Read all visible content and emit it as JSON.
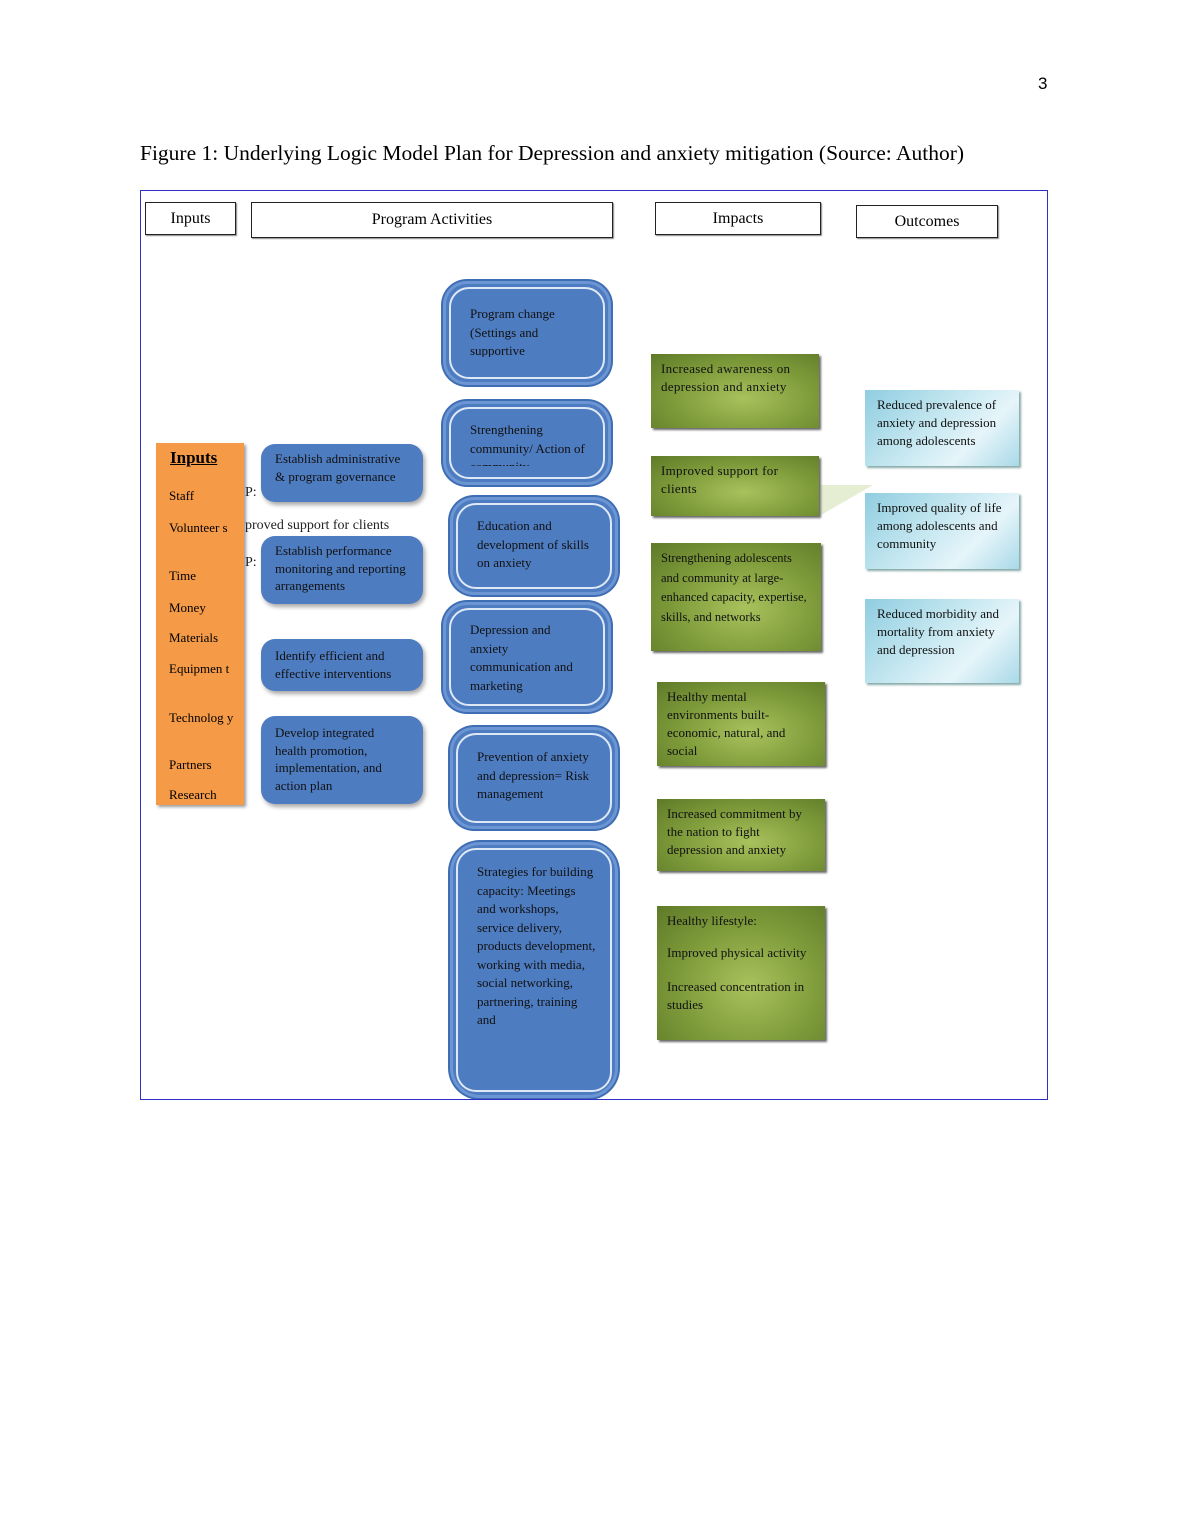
{
  "page_number": "3",
  "caption": "Figure 1: Underlying Logic Model Plan for Depression and anxiety mitigation (Source: Author)",
  "headers": {
    "inputs": "Inputs",
    "program_activities": "Program Activities",
    "impacts": "Impacts",
    "outcomes": "Outcomes"
  },
  "inputs_panel": {
    "title": "Inputs",
    "items": [
      "Staff",
      "Volunteer s",
      "Time",
      "Money",
      "Materials",
      "Equipmen t",
      "Technolog y",
      "Partners",
      "Research"
    ]
  },
  "stray_text": [
    "P:",
    "proved support for clients",
    "P:"
  ],
  "activities_left": [
    "Establish administrative & program governance",
    "Establish performance monitoring and reporting arrangements",
    "Identify efficient and effective interventions",
    "Develop integrated health promotion, implementation, and action plan"
  ],
  "activities_center": [
    "Program change (Settings and supportive environments)",
    "Strengthening community/ Action of community",
    "Education and development of skills on anxiety",
    "Depression and anxiety communication and marketing",
    "Prevention of anxiety and depression= Risk management",
    "Strategies for building capacity: Meetings and workshops, service delivery, products development, working with media, social networking, partnering, training and"
  ],
  "impacts": [
    "Increased awareness on depression and anxiety",
    "Improved support for clients",
    "Strengthening adolescents and community at large- enhanced capacity, expertise, skills, and networks",
    "Healthy mental environments built- economic, natural, and social",
    "Increased commitment by the nation to fight depression and anxiety"
  ],
  "healthy_lifestyle": {
    "title": "Healthy lifestyle:",
    "lines": [
      "Improved physical activity",
      "Increased concentration in studies"
    ]
  },
  "outcomes": [
    "Reduced prevalence of anxiety and depression among adolescents",
    "Improved quality of life among adolescents and community",
    "Reduced morbidity and mortality from anxiety and depression"
  ],
  "colors": {
    "frame_border": "#2f2fc8",
    "inputs_panel": "#f59a47",
    "activity_blue": "#4e7cc1",
    "impact_green": "#7d9a3a",
    "outcome_blue": "#c7e8f1"
  }
}
